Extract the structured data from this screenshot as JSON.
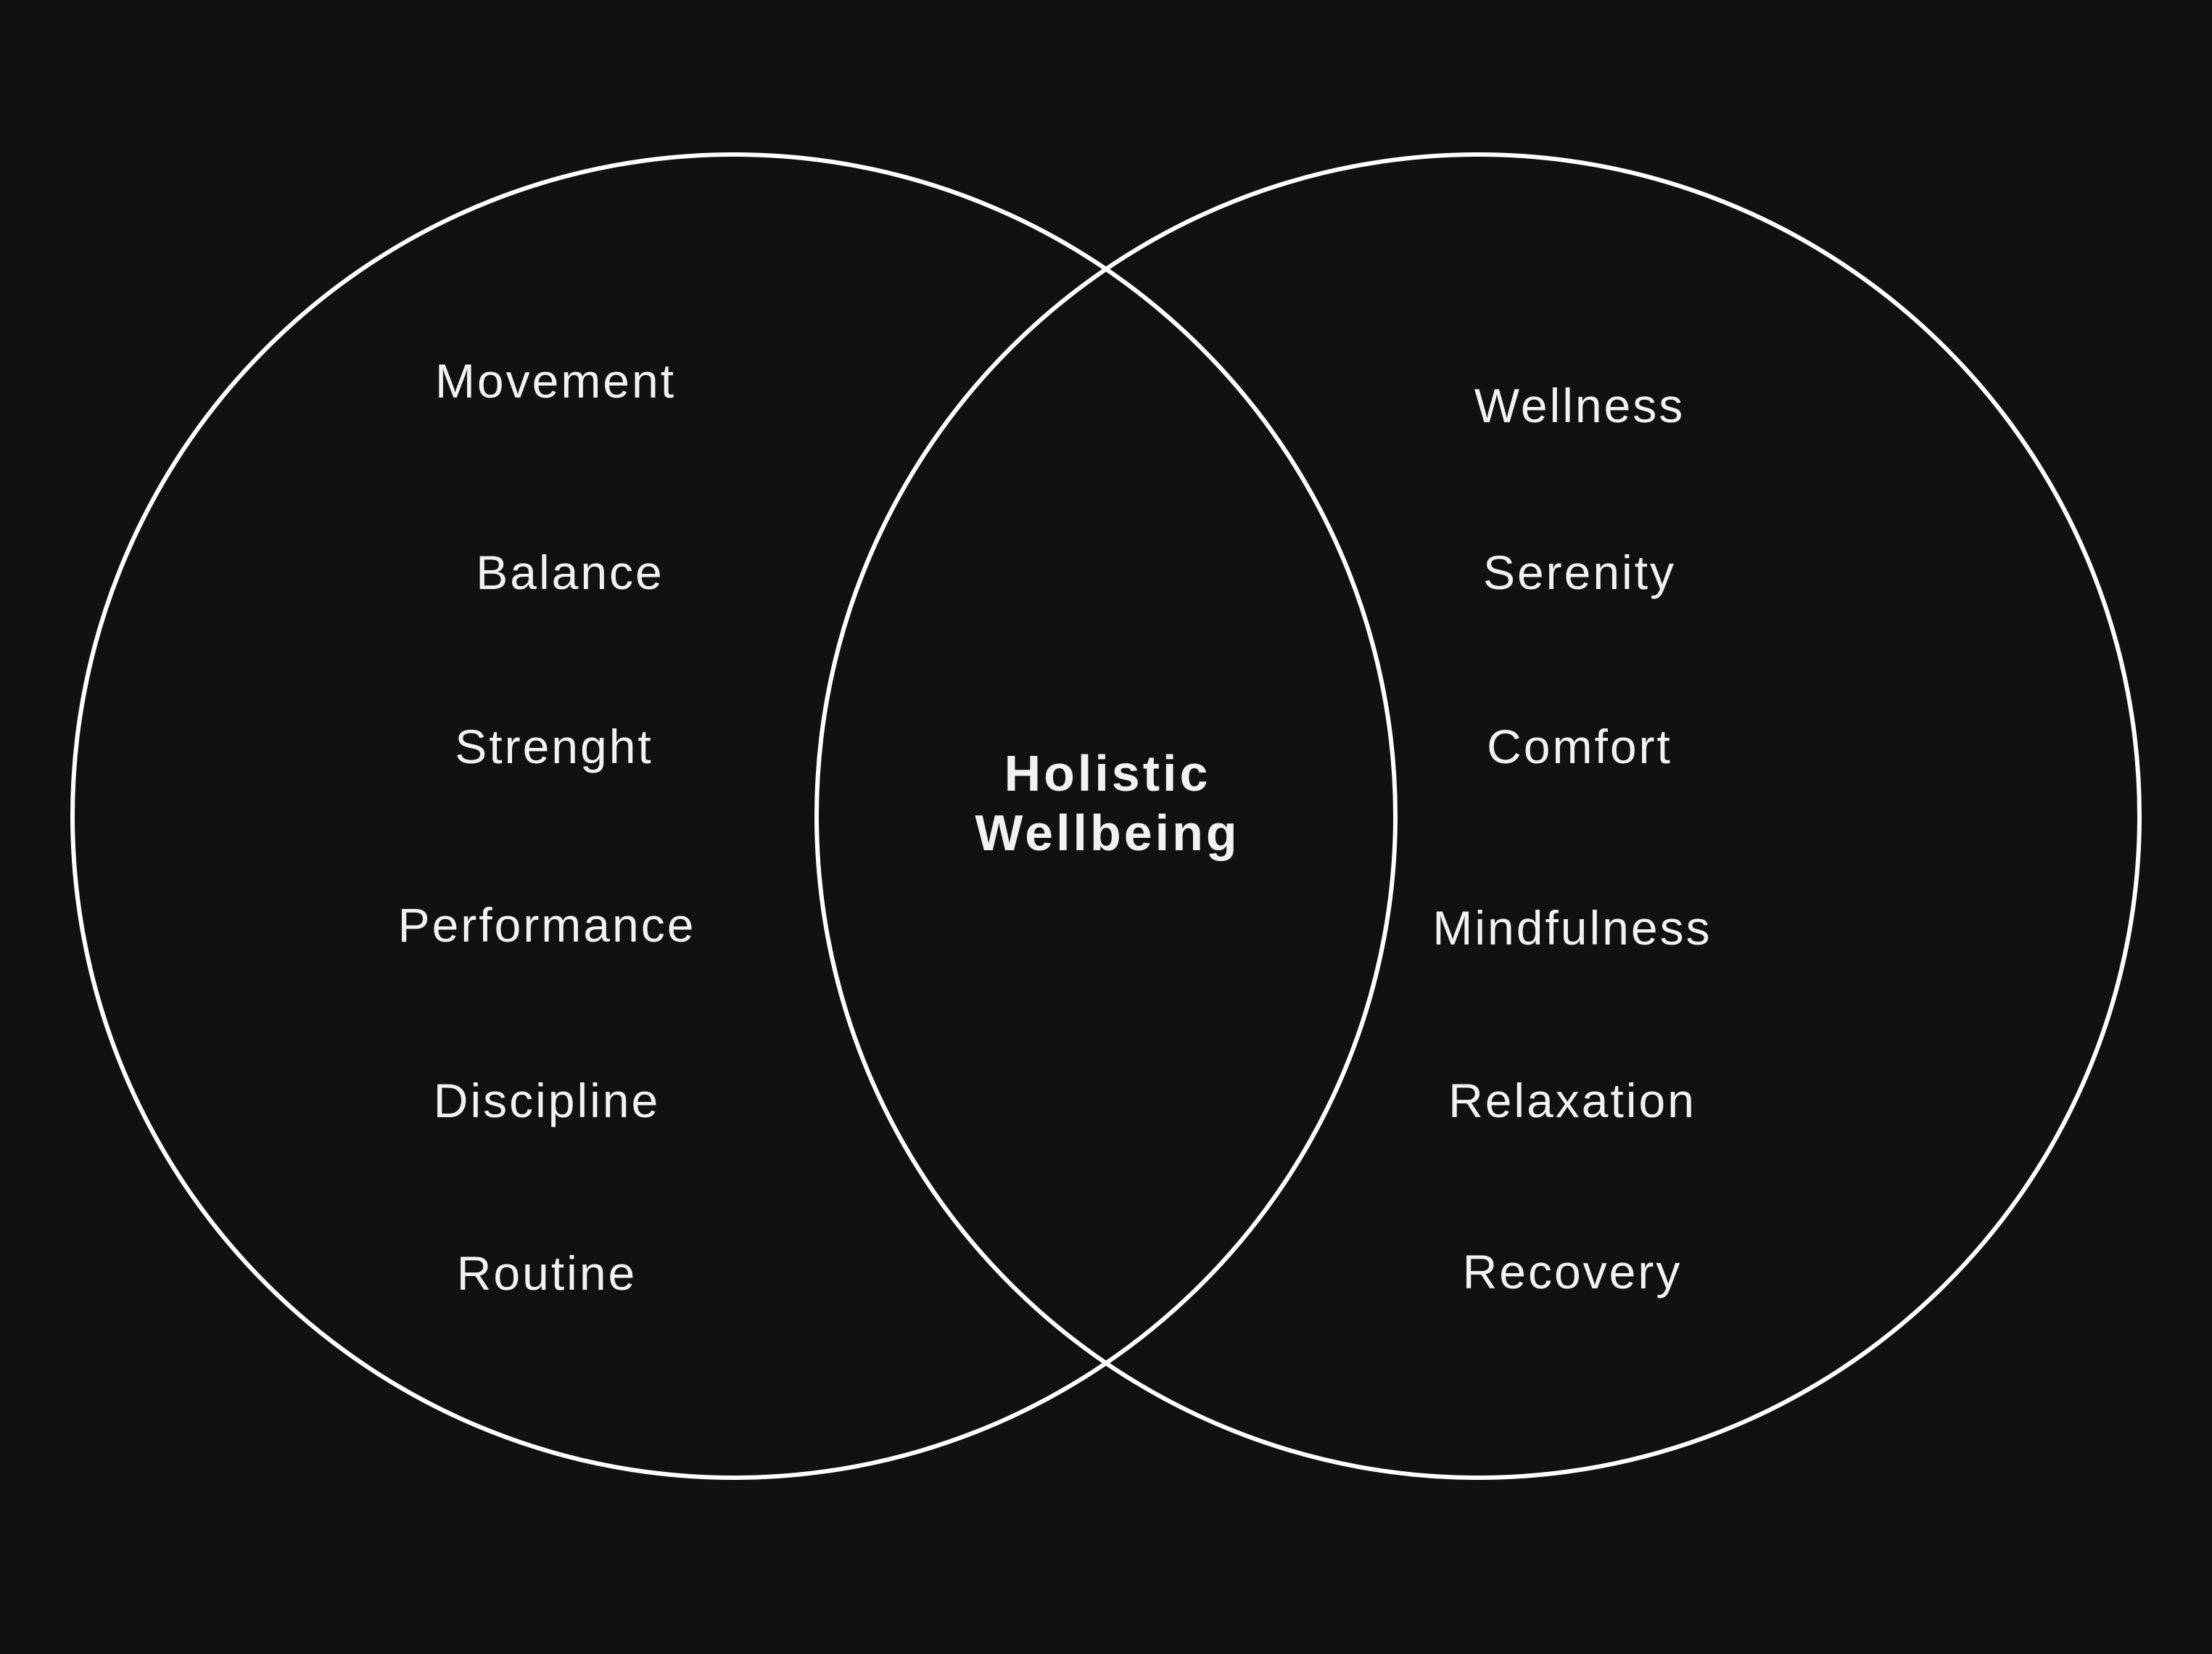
{
  "colors": {
    "background": "#111111",
    "stroke": "#ffffff",
    "text": "#f2f2f2"
  },
  "left_set": {
    "items": [
      "Movement",
      "Balance",
      "Strenght",
      "Performance",
      "Discipline",
      "Routine"
    ]
  },
  "right_set": {
    "items": [
      "Wellness",
      "Serenity",
      "Comfort",
      "Mindfulness",
      "Relaxation",
      "Recovery"
    ]
  },
  "intersection": {
    "lines": [
      "Holistic",
      "Wellbeing"
    ]
  }
}
